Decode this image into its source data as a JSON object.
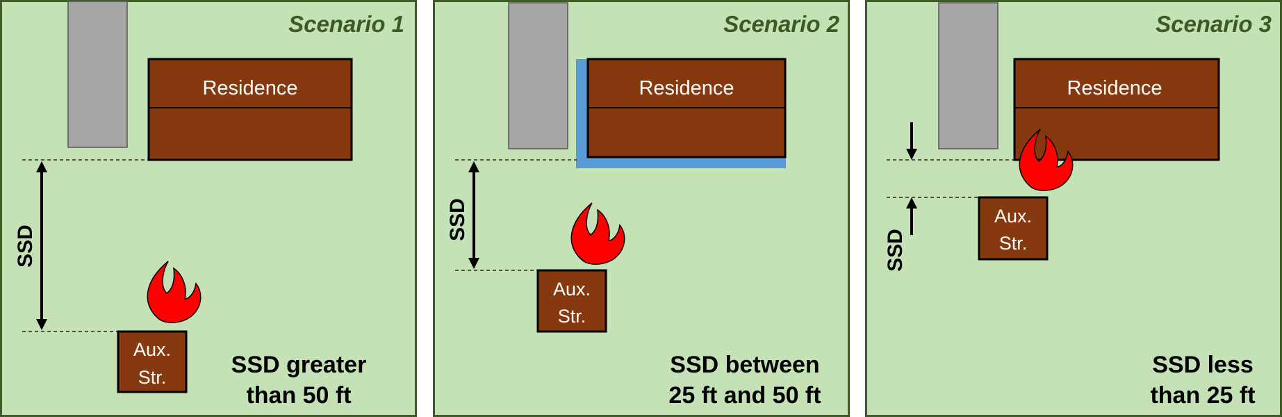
{
  "panels": [
    {
      "title": "Scenario 1",
      "residence_label": "Residence",
      "aux_label_line1": "Aux.",
      "aux_label_line2": "Str.",
      "ssd_label": "SSD",
      "caption_line1": "SSD greater",
      "caption_line2": "than 50 ft"
    },
    {
      "title": "Scenario 2",
      "residence_label": "Residence",
      "aux_label_line1": "Aux.",
      "aux_label_line2": "Str.",
      "ssd_label": "SSD",
      "caption_line1": "SSD between",
      "caption_line2": "25 ft and 50 ft"
    },
    {
      "title": "Scenario 3",
      "residence_label": "Residence",
      "aux_label_line1": "Aux.",
      "aux_label_line2": "Str.",
      "ssd_label": "SSD",
      "caption_line1": "SSD less",
      "caption_line2": "than 25 ft"
    }
  ],
  "colors": {
    "panel_background": "#c5e1b6",
    "panel_border": "#3e5a26",
    "title_text": "#3c5a22",
    "structure_fill": "#86390e",
    "driveway_fill": "#a6a6a6",
    "flame": "#ff0000",
    "buffer_zone": "#5b9bd5"
  }
}
